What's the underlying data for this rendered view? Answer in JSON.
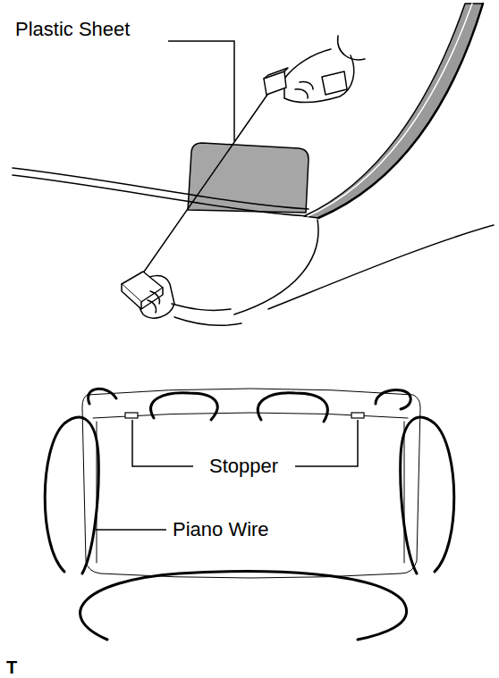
{
  "diagram": {
    "labels": [
      "Plastic Sheet",
      "Stopper",
      "Piano Wire",
      "T"
    ]
  }
}
